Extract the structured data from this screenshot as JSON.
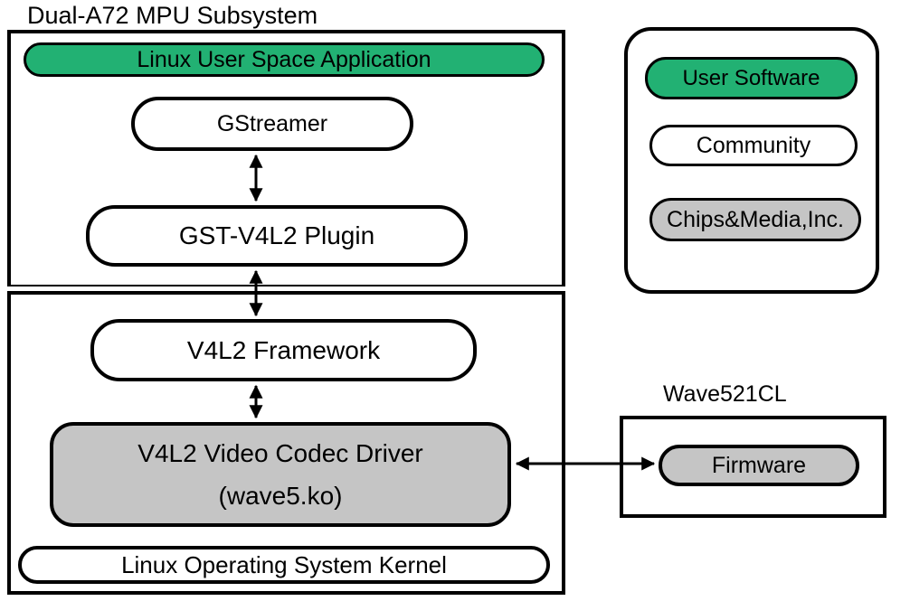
{
  "colors": {
    "green": "#22B173",
    "gray": "#C5C5C5",
    "border": "#000000",
    "background": "#FFFFFF"
  },
  "mpu": {
    "title": "Dual-A72 MPU Subsystem",
    "app_label": "Linux User Space Application",
    "gstreamer_label": "GStreamer",
    "plugin_label": "GST-V4L2 Plugin",
    "framework_label": "V4L2 Framework",
    "driver_label_line1": "V4L2 Video Codec Driver",
    "driver_label_line2": "(wave5.ko)",
    "kernel_label": "Linux Operating System Kernel"
  },
  "legend": {
    "items": [
      {
        "label": "User Software",
        "style": "green"
      },
      {
        "label": "Community",
        "style": "white"
      },
      {
        "label": "Chips&Media,Inc.",
        "style": "gray"
      }
    ]
  },
  "wave": {
    "title": "Wave521CL",
    "firmware_label": "Firmware"
  }
}
